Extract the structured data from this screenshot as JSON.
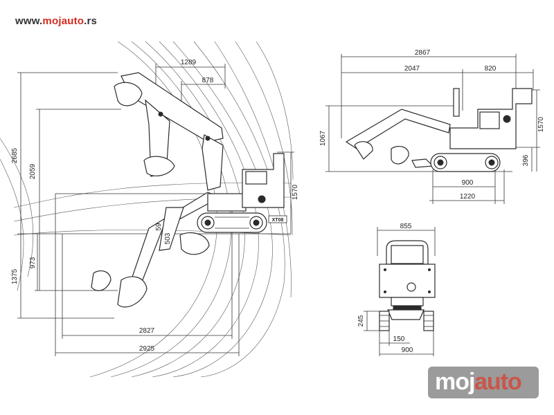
{
  "header": {
    "site_prefix": "www.",
    "site_brand": "mojauto",
    "site_suffix": ".rs"
  },
  "side_view": {
    "top_reach_1": "1289",
    "top_reach_2": "878",
    "max_height": "2685",
    "dump_height": "2059",
    "machine_height": "1570",
    "dig_depth_vertical": "973",
    "dig_depth_max": "1375",
    "boom_offset_1": "59",
    "boom_offset_2": "503",
    "reach_ground": "2827",
    "reach_max": "2925",
    "model_plate": "XT08"
  },
  "top_right_view": {
    "overall_length": "2867",
    "front_length": "2047",
    "rear_length": "820",
    "left_height": "1067",
    "height": "1570",
    "ground_clearance": "396",
    "track_contact": "900",
    "track_length": "1220"
  },
  "front_view": {
    "width_top": "855",
    "track_height": "245",
    "track_width": "150",
    "width_bottom": "900"
  },
  "watermark": {
    "part1": "moj",
    "part2": "auto"
  }
}
